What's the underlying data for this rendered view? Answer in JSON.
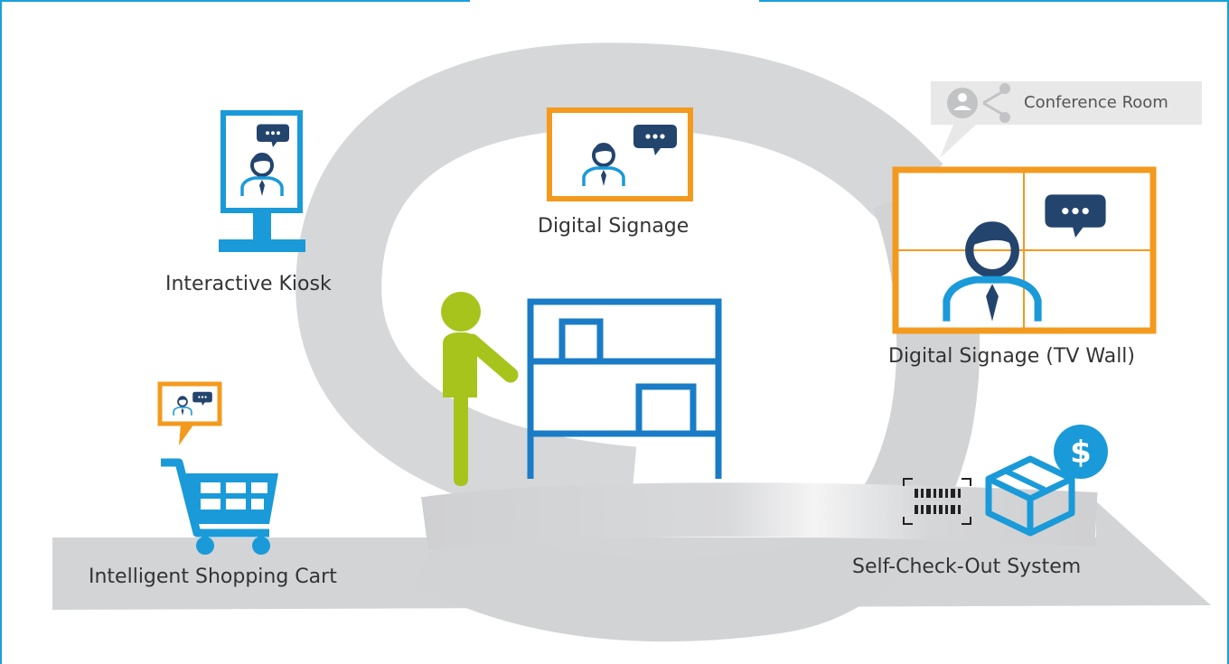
{
  "labels": {
    "kiosk": "Interactive Kiosk",
    "signage": "Digital Signage",
    "tv_wall": "Digital Signage (TV Wall)",
    "conference": "Conference Room",
    "cart": "Intelligent Shopping Cart",
    "checkout": "Self-Check-Out System"
  },
  "icons": {
    "kiosk": "kiosk-icon",
    "signage": "signage-screen-icon",
    "tv_wall": "tv-wall-icon",
    "conference": "share-person-icon",
    "cart": "shopping-cart-icon",
    "checkout": "box-dollar-icon",
    "barcode": "barcode-scan-icon",
    "shopper": "person-icon",
    "shelf": "shelf-icon"
  },
  "colors": {
    "blue": "#1a9ad8",
    "orange": "#f39a1e",
    "navy": "#23446d",
    "green": "#a6c41c",
    "ribbon": "#d5d6d8"
  }
}
